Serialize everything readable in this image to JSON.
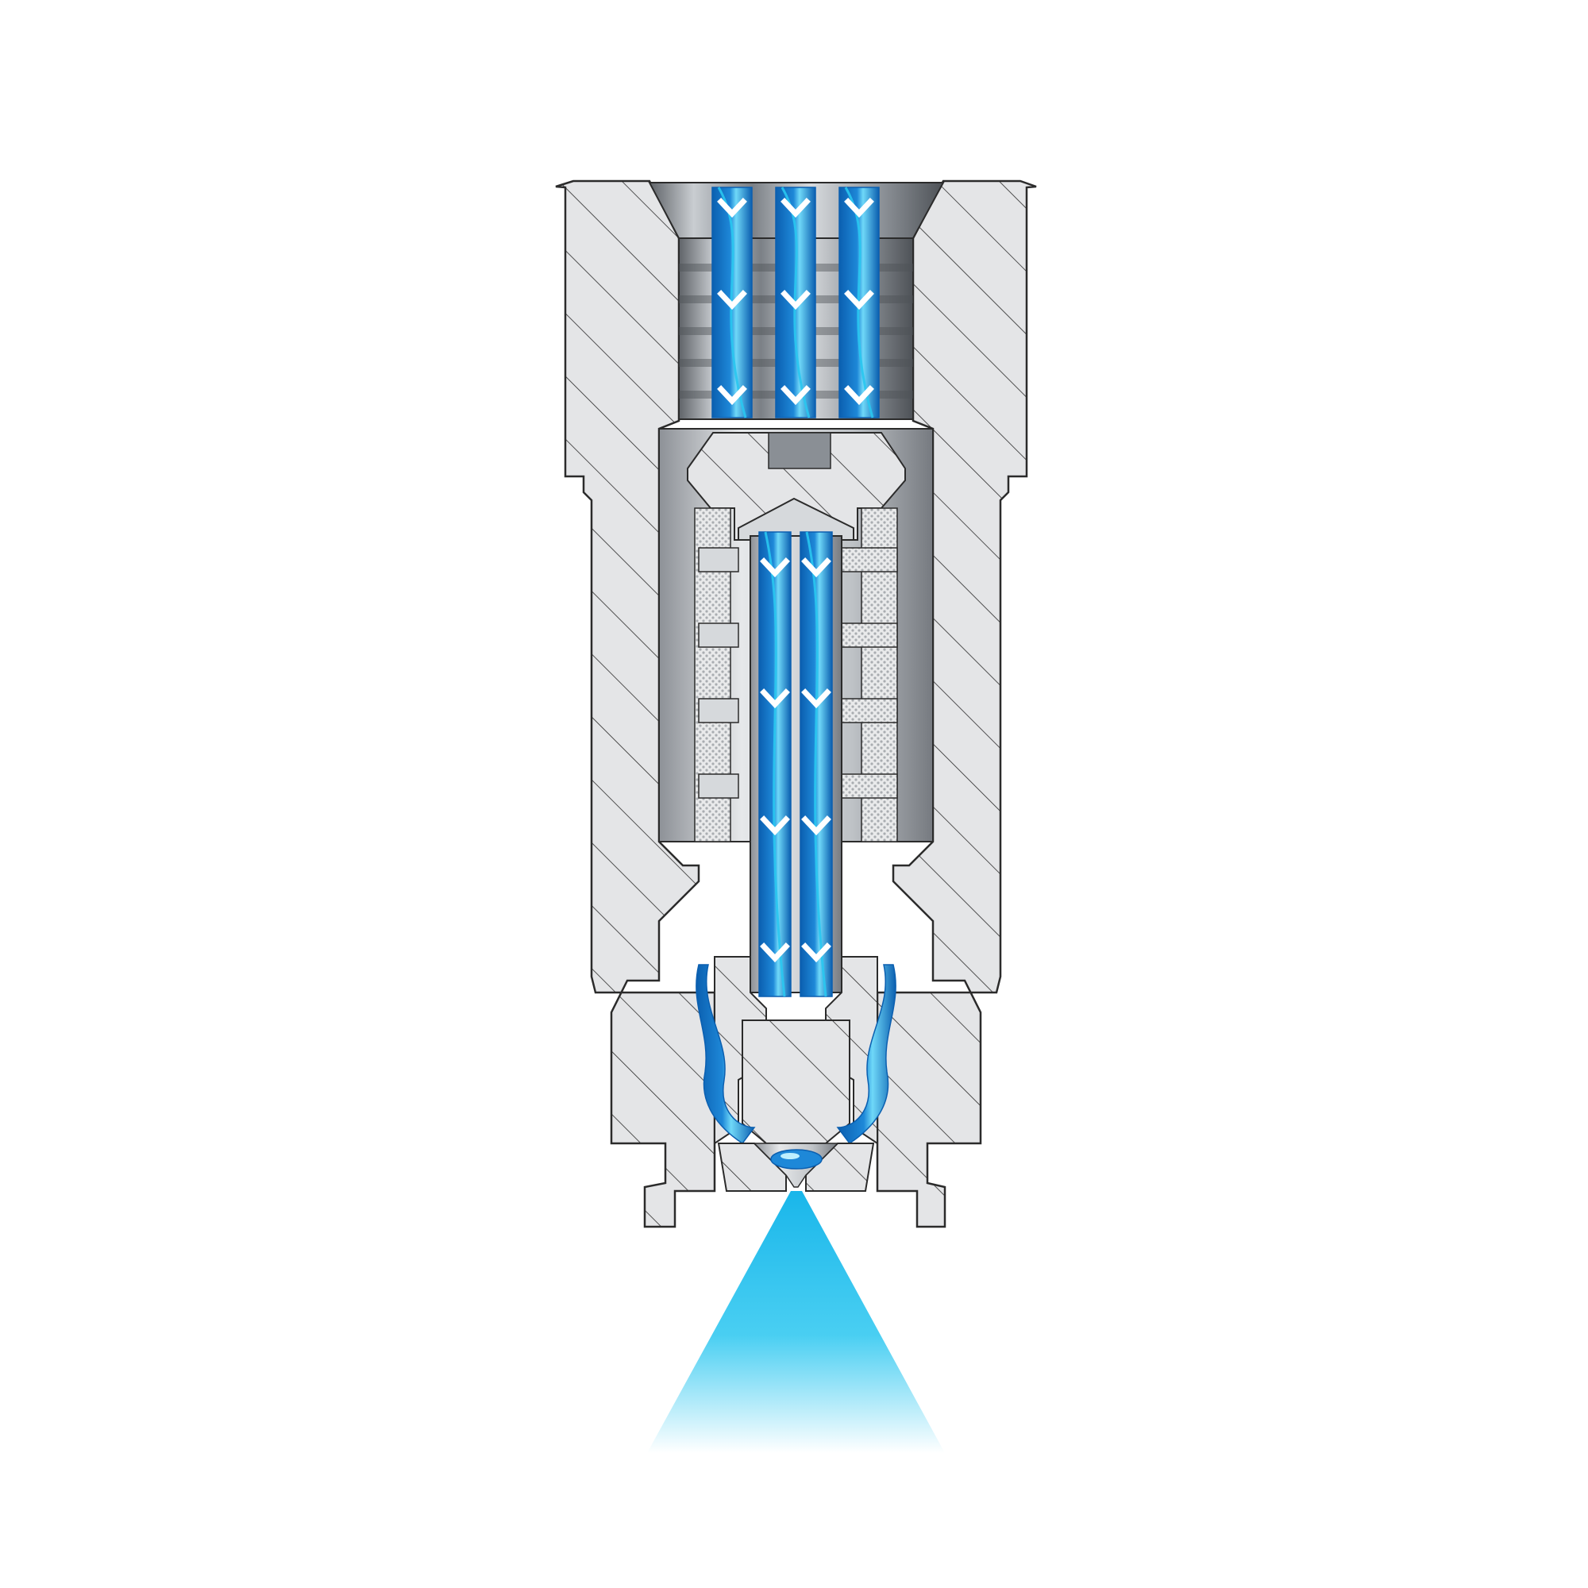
{
  "diagram": {
    "subject": "spray-nozzle-cross-section",
    "colors": {
      "background": "#ffffff",
      "body_fill": "#e4e5e7",
      "body_stroke": "#2b2b2b",
      "hatch": "#2b2b2b",
      "cavity_dark": "#6f7378",
      "cavity_light": "#c9cdd1",
      "fluid_blue": "#1e88d8",
      "fluid_light": "#29c6f0",
      "fluid_dark": "#0b5fb0",
      "arrow": "#ffffff",
      "screen_mesh": "#bfc2c5"
    },
    "parts": {
      "inlet_channels": 3,
      "inner_channels": 2,
      "filter_rings": 4
    },
    "flow": {
      "direction": "down",
      "spray_pattern": "full-cone"
    }
  }
}
